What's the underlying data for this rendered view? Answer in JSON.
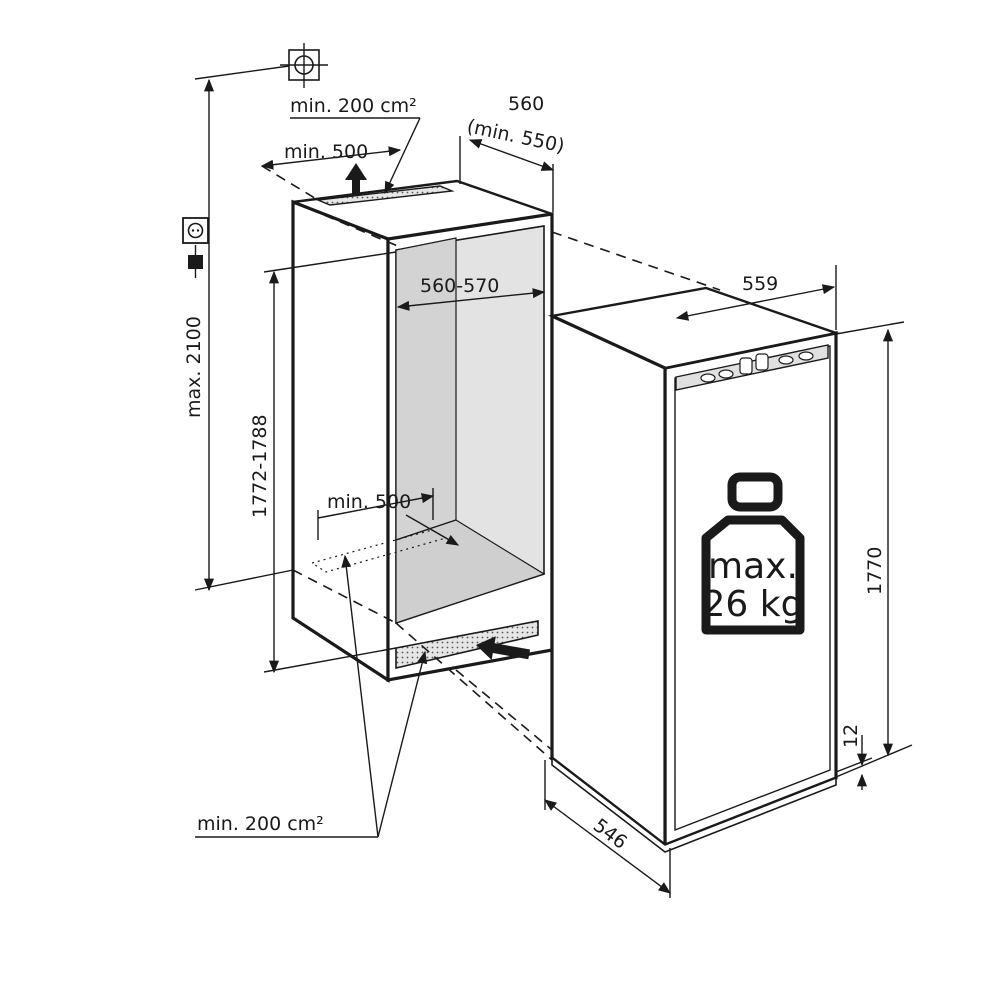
{
  "diagram": {
    "labels": {
      "vent_top_area": "min. 200 cm²",
      "top_depth_min": "min. 500",
      "niche_width": "560",
      "niche_width_min": "(min. 550)",
      "niche_depth": "560-570",
      "appliance_width": "559",
      "max_height": "max. 2100",
      "niche_height": "1772-1788",
      "bottom_depth_min": "min. 500",
      "vent_bottom_area": "min. 200 cm²",
      "appliance_height": "1770",
      "plinth_gap": "12",
      "appliance_depth": "546",
      "weight_line1": "max.",
      "weight_line2": "26 kg"
    },
    "icons": [
      "crosshair-icon",
      "power-socket-icon",
      "power-plug-icon",
      "weight-icon",
      "airflow-arrow-icon"
    ],
    "colors": {
      "line": "#1a1a1a",
      "cavity": "#e3e3e3",
      "panel": "#ffffff"
    }
  }
}
